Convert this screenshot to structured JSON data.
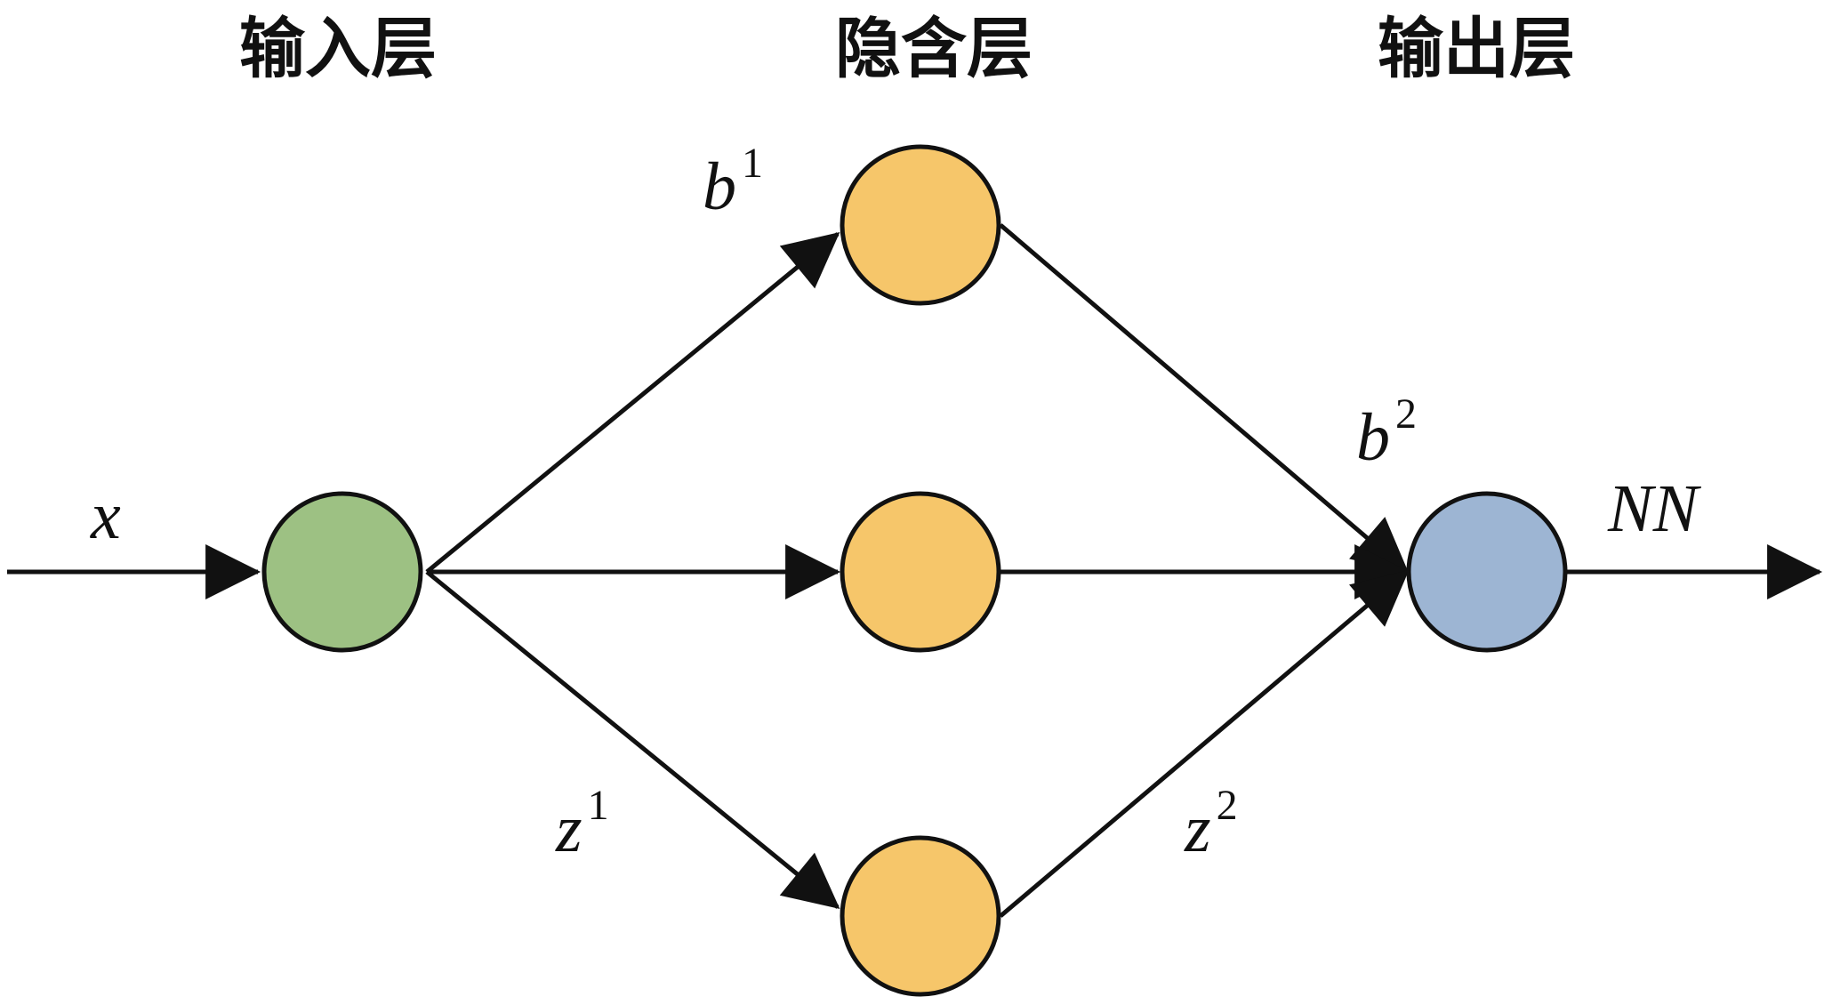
{
  "layers": {
    "input_title": "输入层",
    "hidden_title": "隐含层",
    "output_title": "输出层"
  },
  "labels": {
    "input_var": "x",
    "hidden_bias": {
      "base": "b",
      "sup": "1"
    },
    "hidden_act": {
      "base": "z",
      "sup": "1"
    },
    "output_bias": {
      "base": "b",
      "sup": "2"
    },
    "output_act": {
      "base": "z",
      "sup": "2"
    },
    "output_var": "NN"
  },
  "colors": {
    "input_node": "#9dc183",
    "hidden_node": "#f6c66a",
    "output_node": "#9db5d3",
    "stroke": "#111111"
  }
}
